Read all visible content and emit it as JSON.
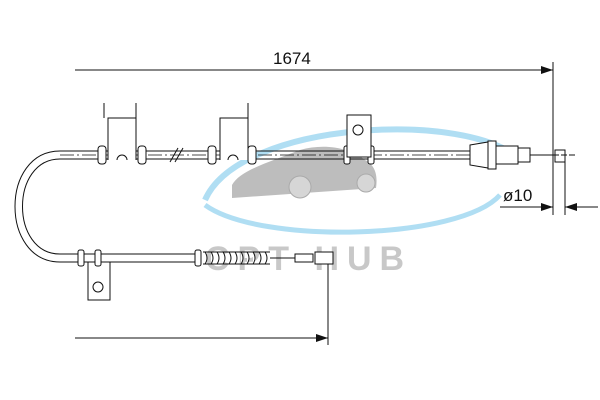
{
  "drawing": {
    "overall_length_label": "1674",
    "end_diameter_label": "ø10"
  },
  "watermark": {
    "text": "CPT HUB",
    "arc_color": "#7cc7ea",
    "car_color": "#bdbdbd"
  },
  "line_color": "#111111"
}
